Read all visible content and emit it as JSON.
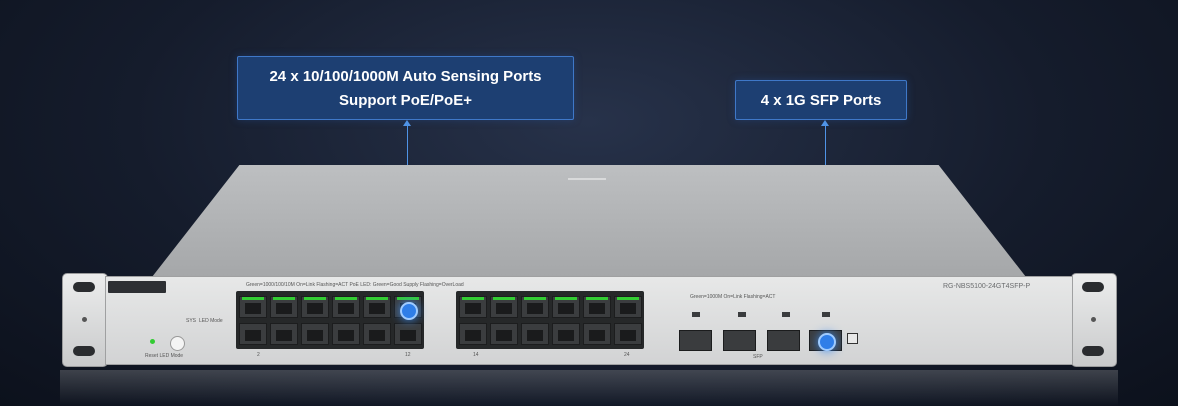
{
  "callouts": {
    "ports": {
      "line1": "24 x 10/100/1000M Auto Sensing Ports",
      "line2": "Support PoE/PoE+"
    },
    "sfp": {
      "line1": "4 x 1G SFP Ports"
    }
  },
  "device": {
    "model": "RG-NBS5100-24GT4SFP-P",
    "panel_labels": {
      "sys_led": "SYS",
      "led_mode": "LED Mode",
      "reset_led_mode": "Reset  LED Mode",
      "rj45_legend": "Green=1000/100/10M  On=Link  Flashing=ACT   PoE LED: Green=Good Supply  Flashing=OverLoad",
      "sfp_legend": "Green=1000M  On=Link  Flashing=ACT",
      "sfp_label": "SFP",
      "port_2": "2",
      "port_12": "12",
      "port_14": "14",
      "port_24": "24"
    }
  },
  "colors": {
    "callout_bg": "#1d3f72",
    "callout_border": "#3f78c8",
    "leader": "#4f93e6",
    "led_green": "#33cc33"
  }
}
